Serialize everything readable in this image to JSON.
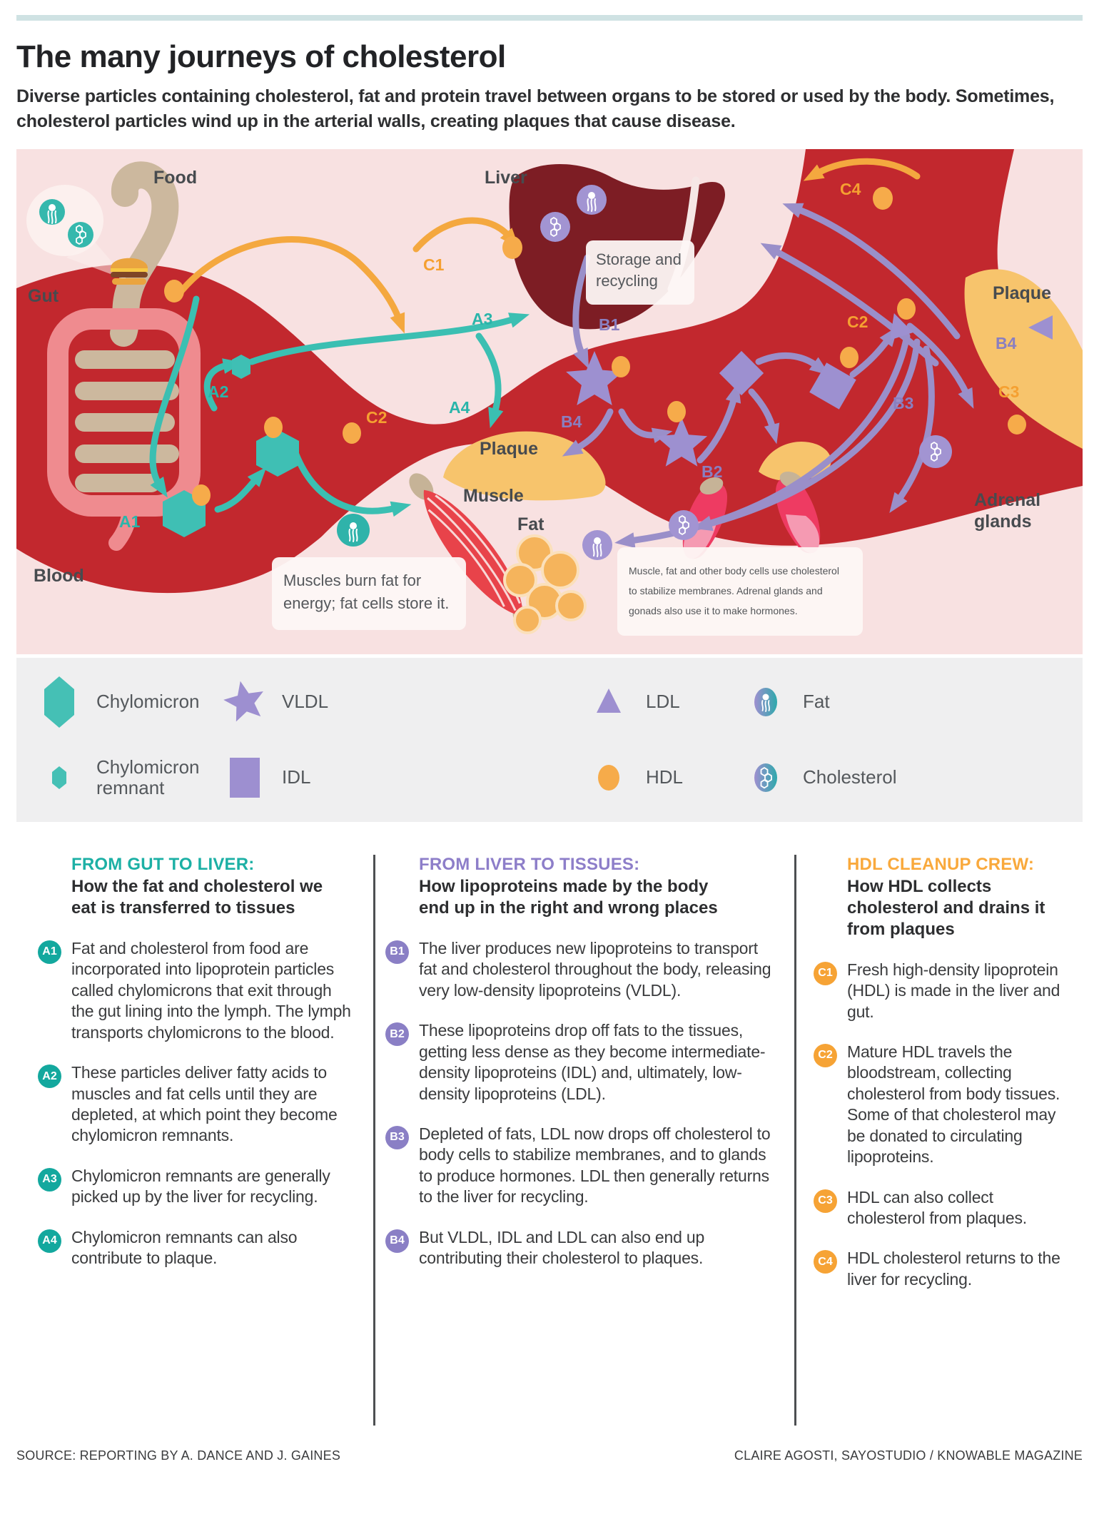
{
  "header": {
    "title": "The many journeys of cholesterol",
    "subtitle": "Diverse particles containing cholesterol, fat and protein travel between organs to be stored or used by the body. Sometimes, cholesterol particles wind up in the arterial walls, creating plaques that cause disease."
  },
  "diagram": {
    "labels": {
      "food": "Food",
      "liver": "Liver",
      "gut": "Gut",
      "blood": "Blood",
      "muscle": "Muscle",
      "fat": "Fat",
      "adrenal1": "Adrenal",
      "adrenal2": "glands",
      "plaque_right": "Plaque",
      "plaque_mid": "Plaque"
    },
    "steps": {
      "a1": "A1",
      "a2": "A2",
      "a3": "A3",
      "a4": "A4",
      "b1": "B1",
      "b2": "B2",
      "b3": "B3",
      "b4": "B4",
      "b4b": "B4",
      "c1": "C1",
      "c2": "C2",
      "c2b": "C2",
      "c3": "C3",
      "c4": "C4"
    },
    "callouts": {
      "storage1": "Storage and",
      "storage2": "recycling",
      "muscles1": "Muscles burn fat for",
      "muscles2": "energy; fat cells store it.",
      "cells1": "Muscle, fat and other body cells use cholesterol",
      "cells2": "to stabilize membranes. Adrenal glands and",
      "cells3": "gonads also use it to make hormones."
    }
  },
  "legend": {
    "chylomicron": "Chylomicron",
    "vldl": "VLDL",
    "ldl": "LDL",
    "fat": "Fat",
    "remnant": "Chylomicron remnant",
    "idl": "IDL",
    "hdl": "HDL",
    "cholesterol": "Cholesterol"
  },
  "columns": [
    {
      "kicker": "FROM GUT TO LIVER:",
      "title": "How the fat and cholesterol we eat is transferred to tissues",
      "steps": [
        {
          "id": "A1",
          "text": "Fat and cholesterol from food are incorporated into lipoprotein particles called chylomicrons that exit through the gut lining into the lymph. The lymph transports chylomicrons to the blood."
        },
        {
          "id": "A2",
          "text": "These particles deliver fatty acids to muscles and fat cells until they are depleted, at which point they become chylomicron remnants."
        },
        {
          "id": "A3",
          "text": "Chylomicron remnants are generally picked up by the liver for recycling."
        },
        {
          "id": "A4",
          "text": "Chylomicron remnants can also contribute to plaque."
        }
      ]
    },
    {
      "kicker": "FROM LIVER TO TISSUES:",
      "title": "How lipoproteins made by the body end up in the right and wrong places",
      "steps": [
        {
          "id": "B1",
          "text": "The liver produces new lipoproteins to transport fat and cholesterol throughout the body, releasing very low-density lipoproteins (VLDL)."
        },
        {
          "id": "B2",
          "text": "These lipoproteins drop off fats to the tissues, getting less dense as they become intermediate-density lipoproteins (IDL) and, ultimately, low-density lipoproteins (LDL)."
        },
        {
          "id": "B3",
          "text": "Depleted of fats, LDL now drops off cholesterol to body cells to stabilize membranes, and to glands to produce hormones. LDL then generally returns to the liver for recycling."
        },
        {
          "id": "B4",
          "text": "But VLDL, IDL and LDL can also end up contributing their cholesterol to plaques."
        }
      ]
    },
    {
      "kicker": "HDL CLEANUP CREW:",
      "title": "How HDL collects cholesterol and drains it from plaques",
      "steps": [
        {
          "id": "C1",
          "text": "Fresh high-density lipoprotein (HDL) is made in the liver and gut."
        },
        {
          "id": "C2",
          "text": "Mature HDL travels the bloodstream, collecting cholesterol from body tissues. Some of that cholesterol may be donated to circulating lipoproteins."
        },
        {
          "id": "C3",
          "text": "HDL can also collect cholesterol from plaques."
        },
        {
          "id": "C4",
          "text": "HDL cholesterol returns to the liver for recycling."
        }
      ]
    }
  ],
  "footer": {
    "source": "SOURCE: REPORTING BY A. DANCE AND J. GAINES",
    "credit": "CLAIRE AGOSTI, SAYOSTUDIO / KNOWABLE MAGAZINE"
  },
  "colors": {
    "teal": "#13a89e",
    "purple": "#8a7fc5",
    "orange": "#f6a335",
    "vessel_red": "#c2282e",
    "liver_maroon": "#7d1d24",
    "plaque_yellow": "#f7c46c",
    "background_pink": "#f8e1e1",
    "topbar_blue": "#cfe2e3"
  }
}
